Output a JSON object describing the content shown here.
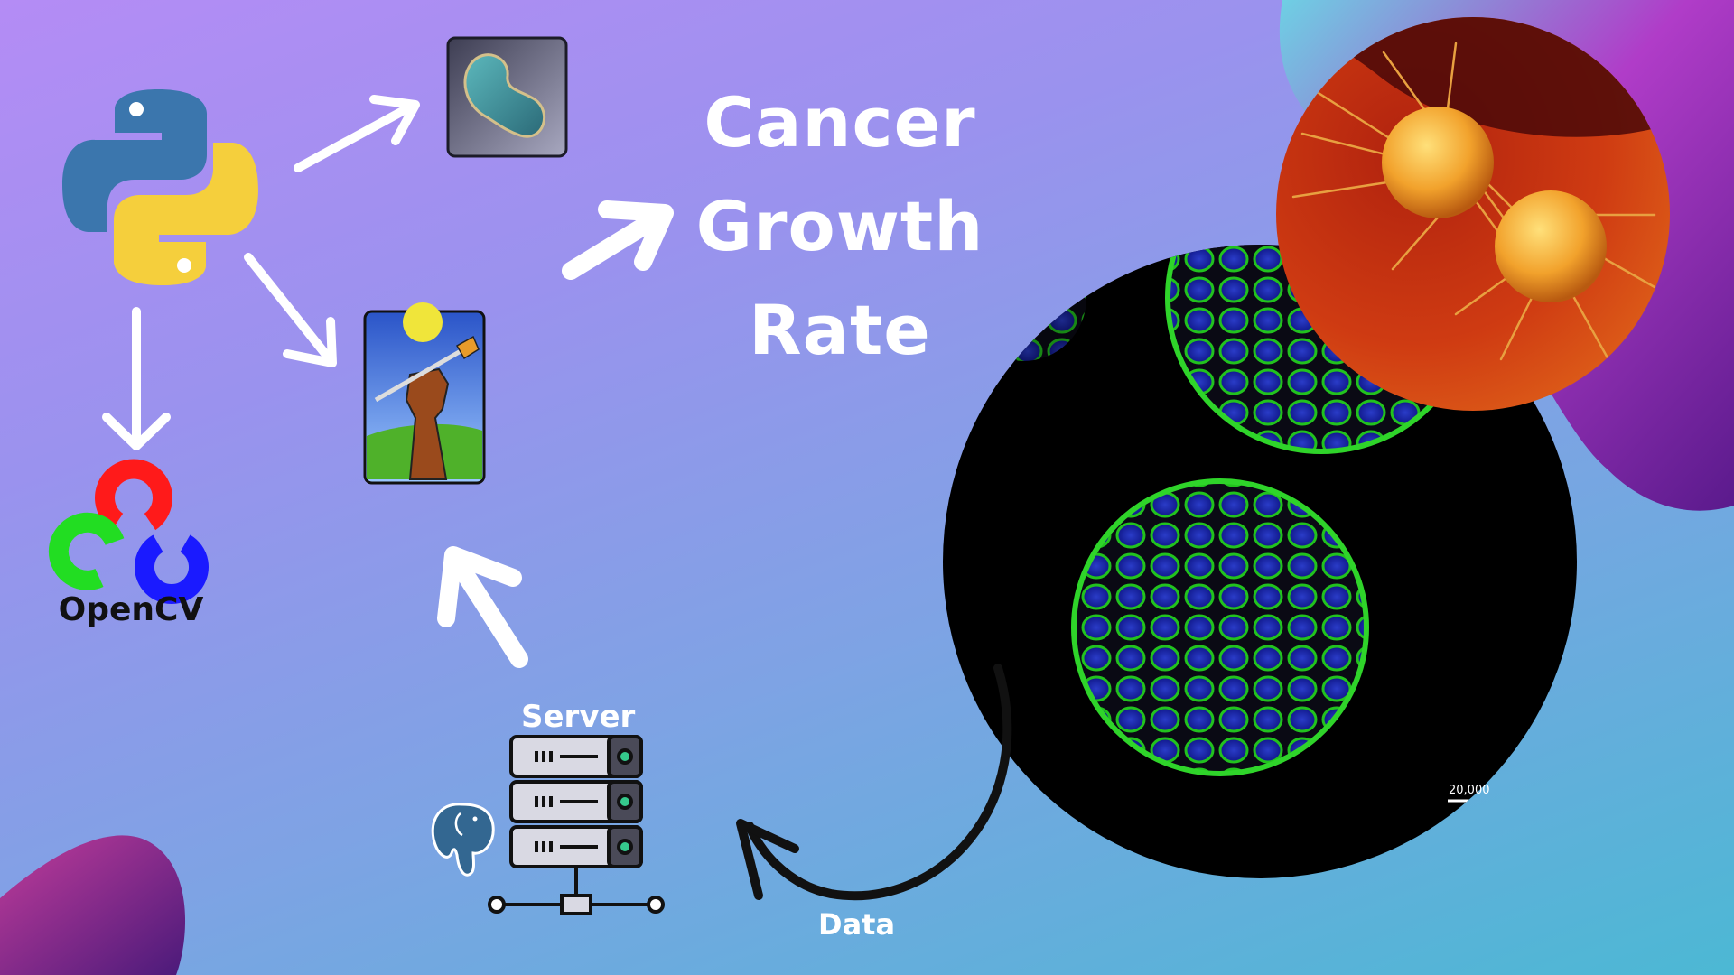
{
  "title": {
    "line1": "Cancer",
    "line2": "Growth",
    "line3": "Rate"
  },
  "labels": {
    "server": "Server",
    "data": "Data",
    "opencv": "OpenCV",
    "scale": "20,000"
  },
  "icons": [
    "python-logo-icon",
    "cell-app-icon",
    "gimp-style-paint-icon",
    "opencv-logo-icon",
    "server-rack-icon",
    "postgresql-elephant-icon"
  ],
  "colors": {
    "background_start": "#b48cf5",
    "background_end": "#4cb8d4",
    "title_text": "#ffffff",
    "arrow": "#ffffff",
    "cell_membrane": "#22c21e",
    "cell_nucleus": "#1f2fc8"
  }
}
